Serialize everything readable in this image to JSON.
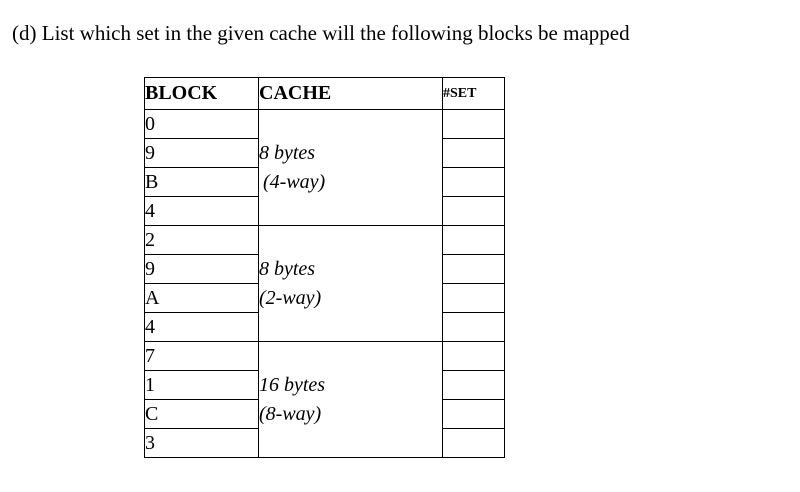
{
  "question": "(d) List which set in the given cache will the following blocks be mapped",
  "table": {
    "headers": {
      "block": "BLOCK",
      "cache": "CACHE",
      "set": "#SET"
    },
    "groups": [
      {
        "cache_size": "8 bytes",
        "cache_assoc": "(4-way)",
        "blocks": [
          "0",
          "9",
          "B",
          "4"
        ],
        "sets": [
          "",
          "",
          "",
          ""
        ]
      },
      {
        "cache_size": "8 bytes",
        "cache_assoc": "(2-way)",
        "blocks": [
          "2",
          "9",
          "A",
          "4"
        ],
        "sets": [
          "",
          "",
          "",
          ""
        ]
      },
      {
        "cache_size": "16 bytes",
        "cache_assoc": "(8-way)",
        "blocks": [
          "7",
          "1",
          "C",
          "3"
        ],
        "sets": [
          "",
          "",
          "",
          ""
        ]
      }
    ]
  }
}
